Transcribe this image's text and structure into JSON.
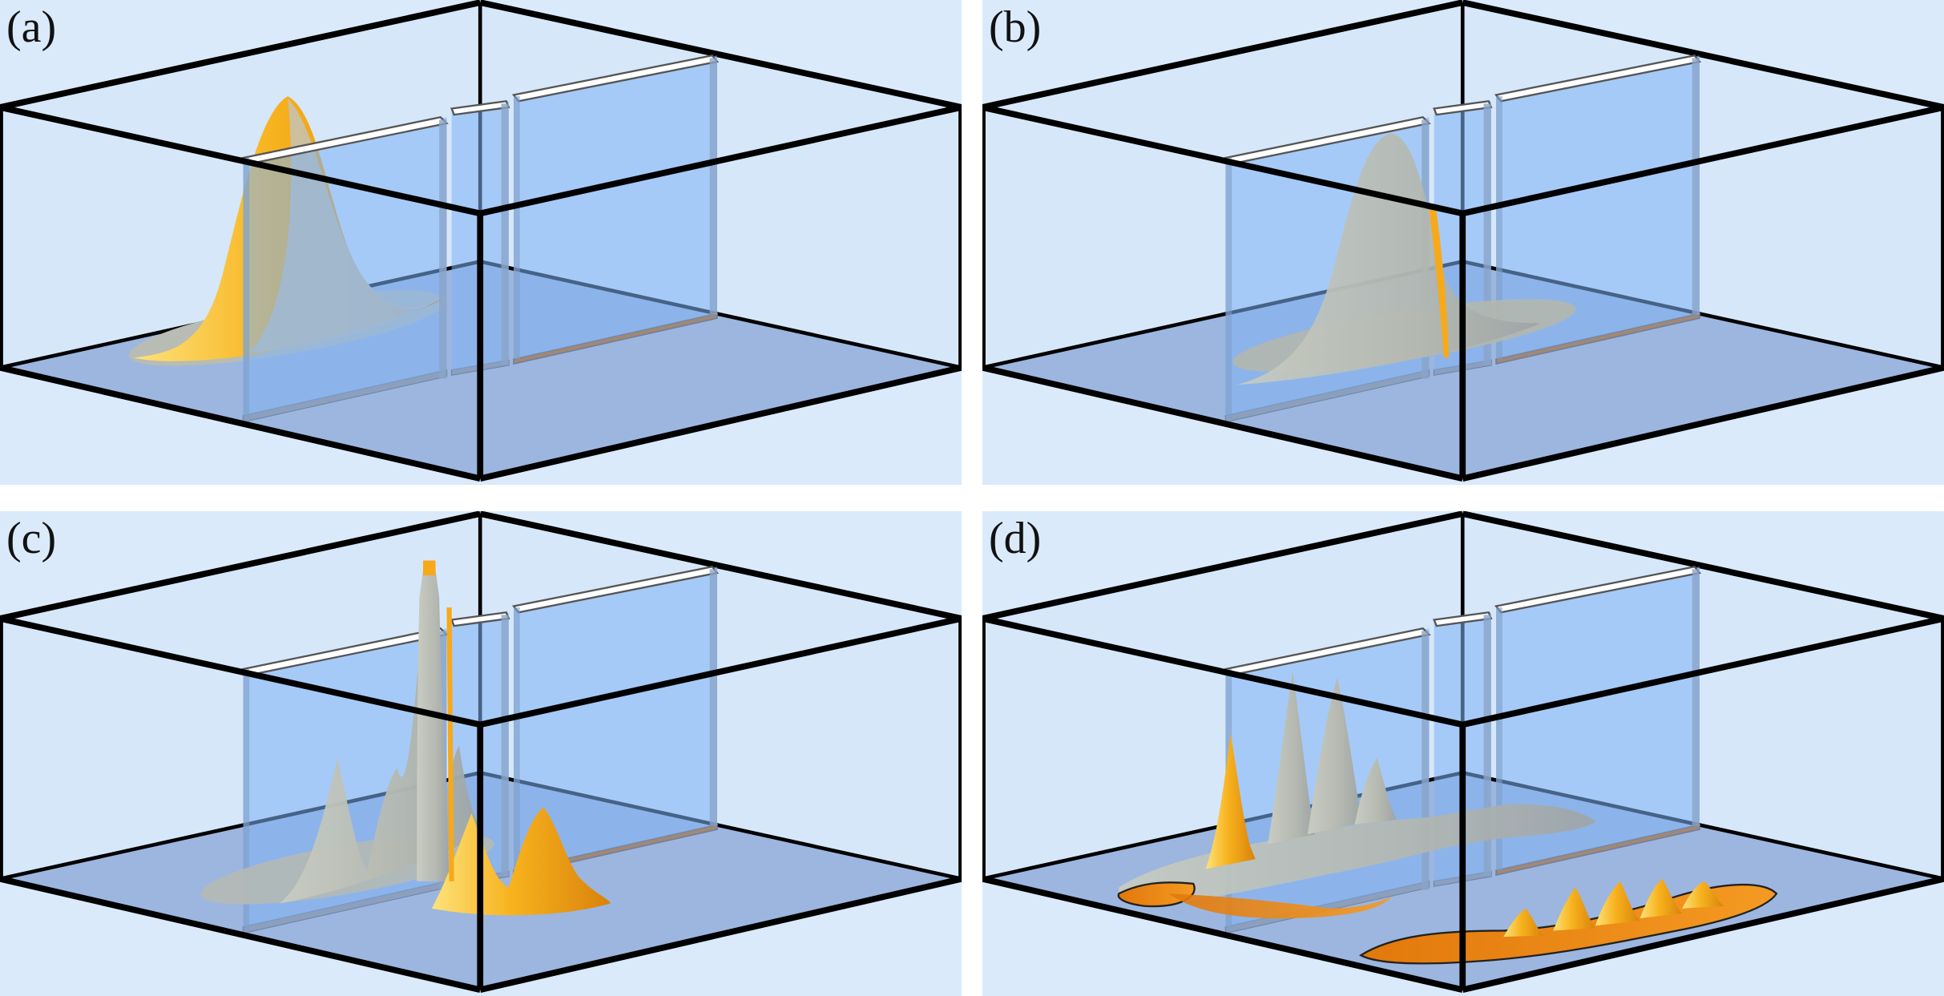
{
  "figure": {
    "panels": [
      {
        "label": "(a)"
      },
      {
        "label": "(b)"
      },
      {
        "label": "(c)"
      },
      {
        "label": "(d)"
      }
    ]
  },
  "colors": {
    "panel_background": "#daeafa",
    "floor": "#9fb9e0",
    "barrier": "#7fb2f4",
    "box_edge": "#000000",
    "wave_gold": "#f7a91a",
    "wave_grey": "#b9bdb3",
    "floor_strip": "#a08878"
  }
}
